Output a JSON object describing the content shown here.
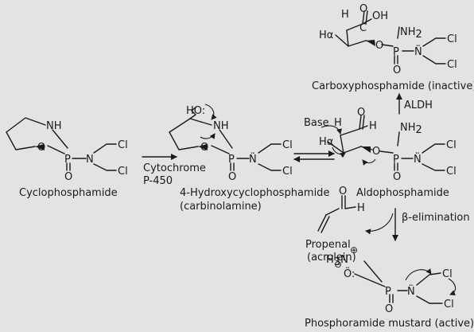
{
  "compounds": {
    "cyclophosphamide": "Cyclophosphamide",
    "hydroxy": "4-Hydroxycyclophosphamide",
    "hydroxy_note": "(carbinolamine)",
    "aldo": "Aldophosphamide",
    "carboxy": "Carboxyphosphamide (inactive)",
    "propenal": "Propenal",
    "propenal_note": "(acrolein)",
    "mustard": "Phosphoramide mustard (active)"
  },
  "conditions": {
    "cyp_line1": "Cytochrome",
    "cyp_line2": "P-450",
    "aldh": "ALDH",
    "beta": "β-elimination",
    "base": "Base"
  },
  "atoms": {
    "nh": "NH",
    "n": "N",
    "n_lone": "N̈",
    "o": "O",
    "p": "P",
    "cl": "Cl",
    "nh2": "NH",
    "sub2": "2",
    "h": "H",
    "ha": "Hα",
    "oh": "OH",
    "c": "C",
    "ho": "HO:",
    "h3n": "H",
    "sub3": "3",
    "nplus": "N",
    "plus": "⊕",
    "minus": "⊖",
    "o_lone": "Ö:",
    "ring_o": "O"
  }
}
